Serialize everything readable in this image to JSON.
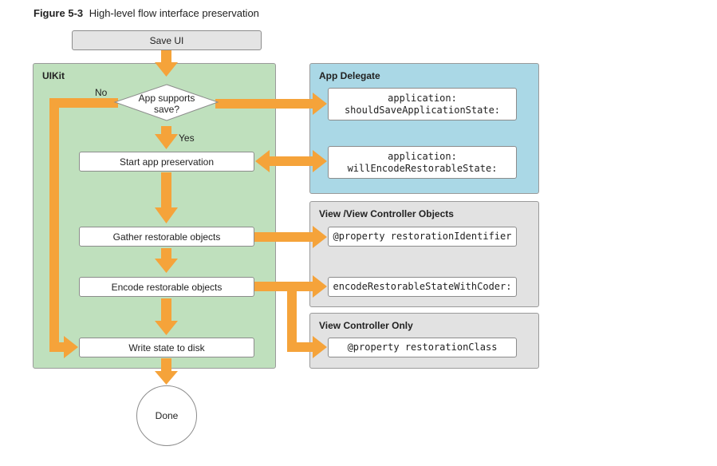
{
  "caption": {
    "number": "Figure 5-3",
    "title": "High-level flow interface preservation"
  },
  "panels": {
    "uikit": "UIKit",
    "delegate": "App Delegate",
    "views": "View /View Controller Objects",
    "vc_only": "View Controller Only"
  },
  "nodes": {
    "save_ui": "Save UI",
    "decision_line1": "App supports",
    "decision_line2": "save?",
    "start": "Start app preservation",
    "gather": "Gather restorable objects",
    "encode": "Encode restorable objects",
    "write": "Write state to disk",
    "done": "Done"
  },
  "edge_labels": {
    "no": "No",
    "yes": "Yes"
  },
  "code": {
    "should_save": "application:\nshouldSaveApplicationState:",
    "will_encode": "application:\nwillEncodeRestorableState:",
    "restoration_id": "@property restorationIdentifier",
    "encode_coder": "encodeRestorableStateWithCoder:",
    "restoration_class": "@property restorationClass"
  },
  "colors": {
    "arrow": "#f5a33a",
    "uikit_bg": "#bfe0bd",
    "delegate_bg": "#aad8e6",
    "object_bg": "#e2e2e2"
  }
}
